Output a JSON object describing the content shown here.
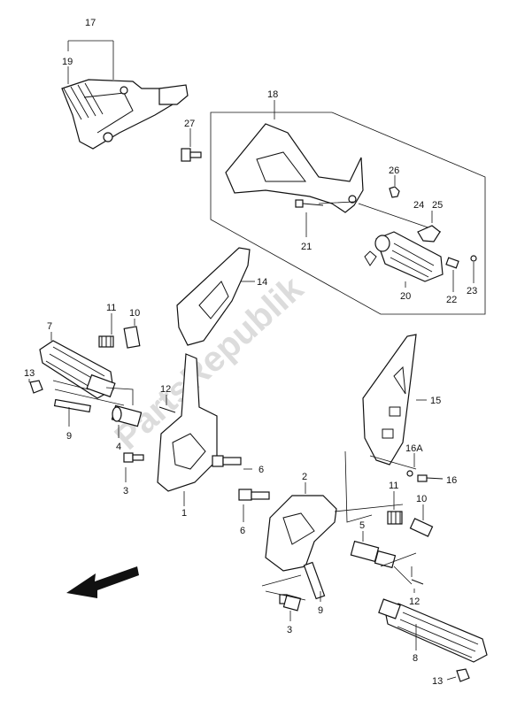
{
  "watermark": "PartsRepublik",
  "labels": {
    "l1": "1",
    "l2": "2",
    "l3a": "3",
    "l3b": "3",
    "l4": "4",
    "l5": "5",
    "l6a": "6",
    "l6b": "6",
    "l7": "7",
    "l8": "8",
    "l9a": "9",
    "l9b": "9",
    "l10a": "10",
    "l10b": "10",
    "l11a": "11",
    "l11b": "11",
    "l12a": "12",
    "l12b": "12",
    "l13a": "13",
    "l13b": "13",
    "l14": "14",
    "l15": "15",
    "l16": "16",
    "l16A": "16A",
    "l17": "17",
    "l18": "18",
    "l19": "19",
    "l20": "20",
    "l21": "21",
    "l22": "22",
    "l23": "23",
    "l24": "24",
    "l25": "25",
    "l26": "26",
    "l27": "27"
  }
}
